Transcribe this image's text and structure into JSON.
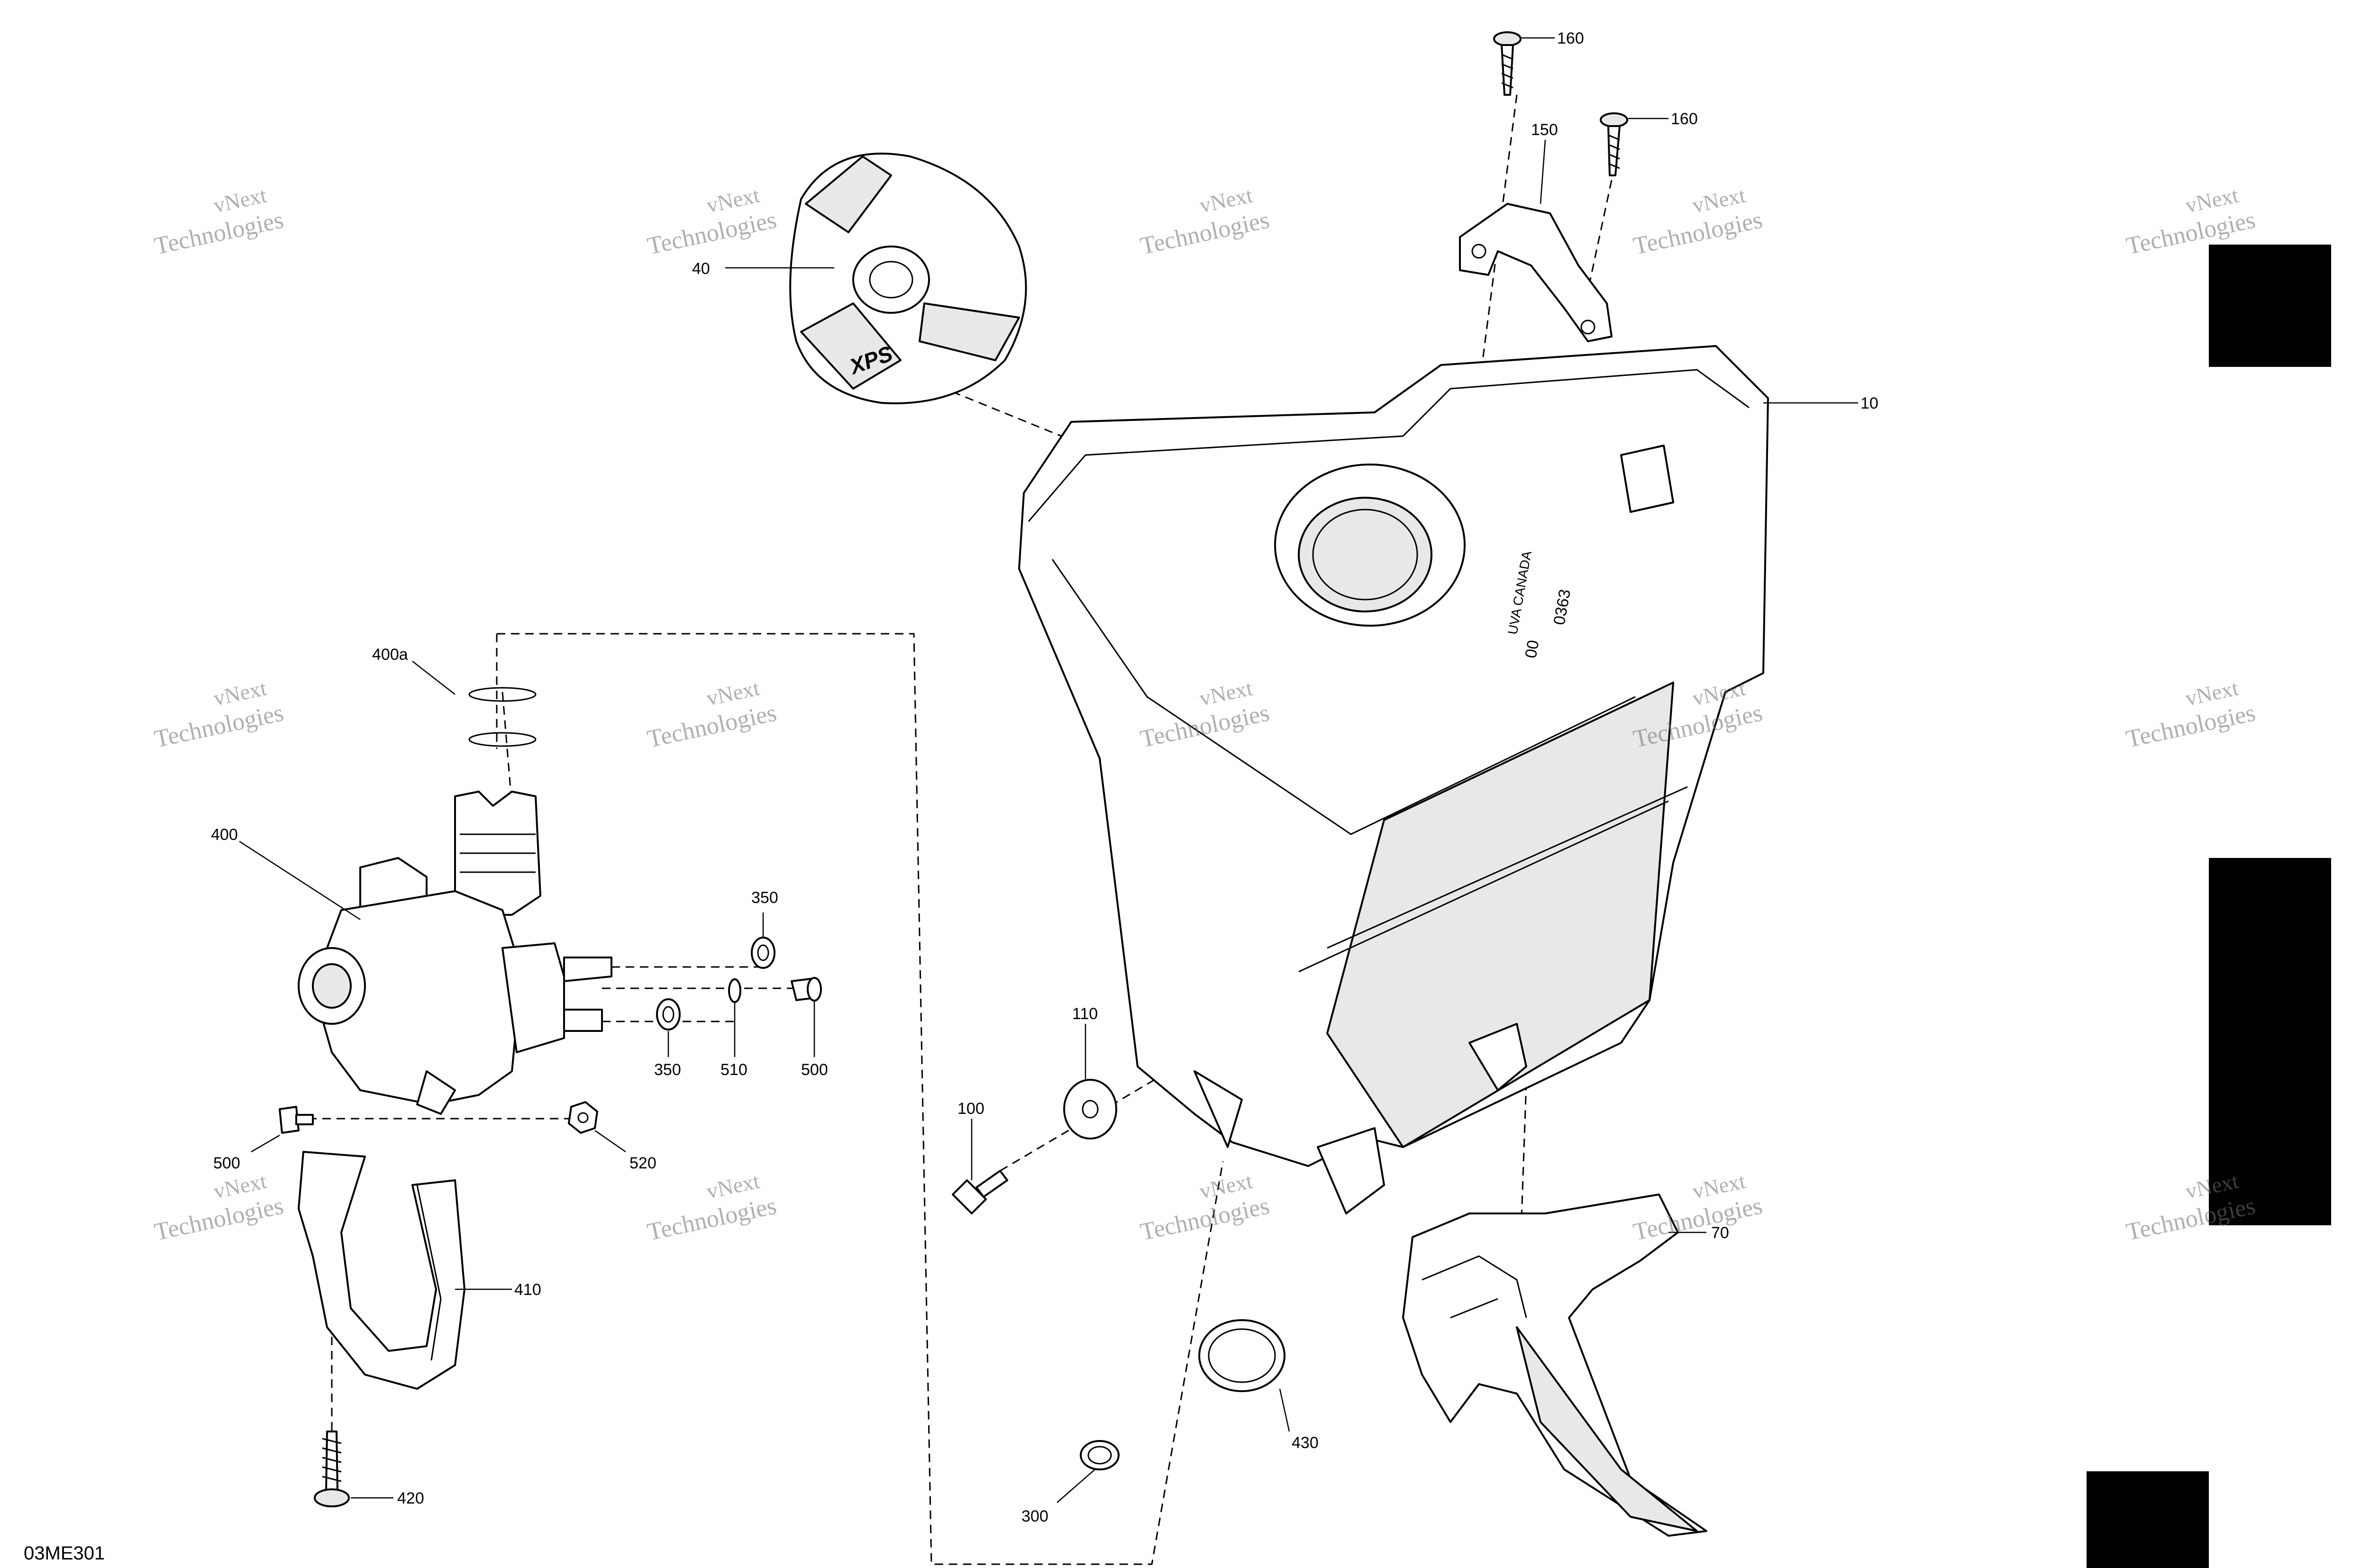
{
  "diagram": {
    "id_code": "03ME301",
    "callouts": [
      {
        "key": "c160a",
        "label": "160"
      },
      {
        "key": "c160b",
        "label": "160"
      },
      {
        "key": "c150",
        "label": "150"
      },
      {
        "key": "c40",
        "label": "40"
      },
      {
        "key": "c10",
        "label": "10"
      },
      {
        "key": "c400a",
        "label": "400a"
      },
      {
        "key": "c400",
        "label": "400"
      },
      {
        "key": "c350a",
        "label": "350"
      },
      {
        "key": "c350b",
        "label": "350"
      },
      {
        "key": "c510",
        "label": "510"
      },
      {
        "key": "c500a",
        "label": "500"
      },
      {
        "key": "c500b",
        "label": "500"
      },
      {
        "key": "c520",
        "label": "520"
      },
      {
        "key": "c410",
        "label": "410"
      },
      {
        "key": "c420",
        "label": "420"
      },
      {
        "key": "c110",
        "label": "110"
      },
      {
        "key": "c100",
        "label": "100"
      },
      {
        "key": "c300",
        "label": "300"
      },
      {
        "key": "c430",
        "label": "430"
      },
      {
        "key": "c70",
        "label": "70"
      }
    ],
    "cap_embossing": "XPS",
    "tank_markings": [
      "00",
      "0363",
      "UVA CANADA"
    ],
    "watermark": {
      "line1": "vNext",
      "line2": "Technologies"
    }
  }
}
